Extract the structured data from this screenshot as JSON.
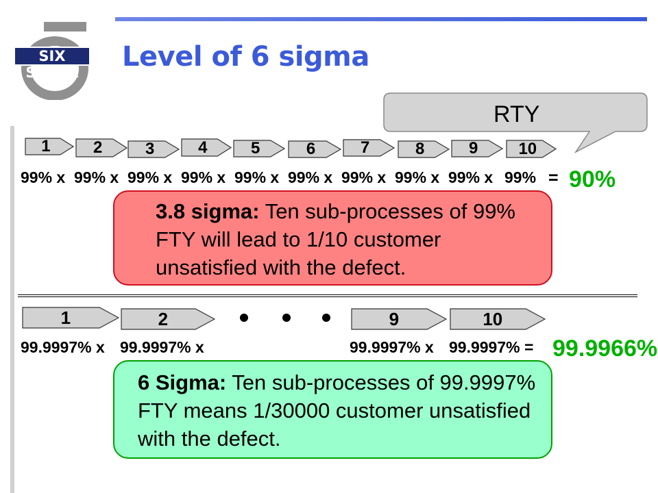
{
  "title": "Level of 6 sigma",
  "logo": {
    "text": "SIX SIGMA",
    "symbol": "σ"
  },
  "callout": {
    "label": "RTY"
  },
  "top_row": {
    "steps": [
      "1",
      "2",
      "3",
      "4",
      "5",
      "6",
      "7",
      "8",
      "9",
      "10"
    ],
    "factors": [
      "99% x",
      "99% x",
      "99% x",
      "99% x",
      "99% x",
      "99% x",
      "99% x",
      "99% x",
      "99% x",
      "99%"
    ],
    "equals": "=",
    "result": "90%",
    "box": {
      "bold": "3.8 sigma:",
      "line1": "Ten sub-processes of 99%",
      "line2": "FTY will lead to 1/10 customer",
      "line3": "unsatisfied with the defect."
    }
  },
  "bottom_row": {
    "steps": [
      "1",
      "2",
      "9",
      "10"
    ],
    "factors": [
      "99.9997% x",
      "99.9997% x",
      "99.9997% x",
      "99.9997% ="
    ],
    "result": "99.9966%",
    "box": {
      "bold": "6 Sigma:",
      "line1": "Ten sub-processes of 99.9997%",
      "line2": "FTY means 1/30000 customer unsatisfied",
      "line3": "with the defect."
    }
  },
  "colors": {
    "title": "#3b5bd9",
    "accent_bar": "#3b5bd9",
    "red_box": "#ff8282",
    "green_box": "#99ffcc",
    "result_green": "#00b000"
  }
}
